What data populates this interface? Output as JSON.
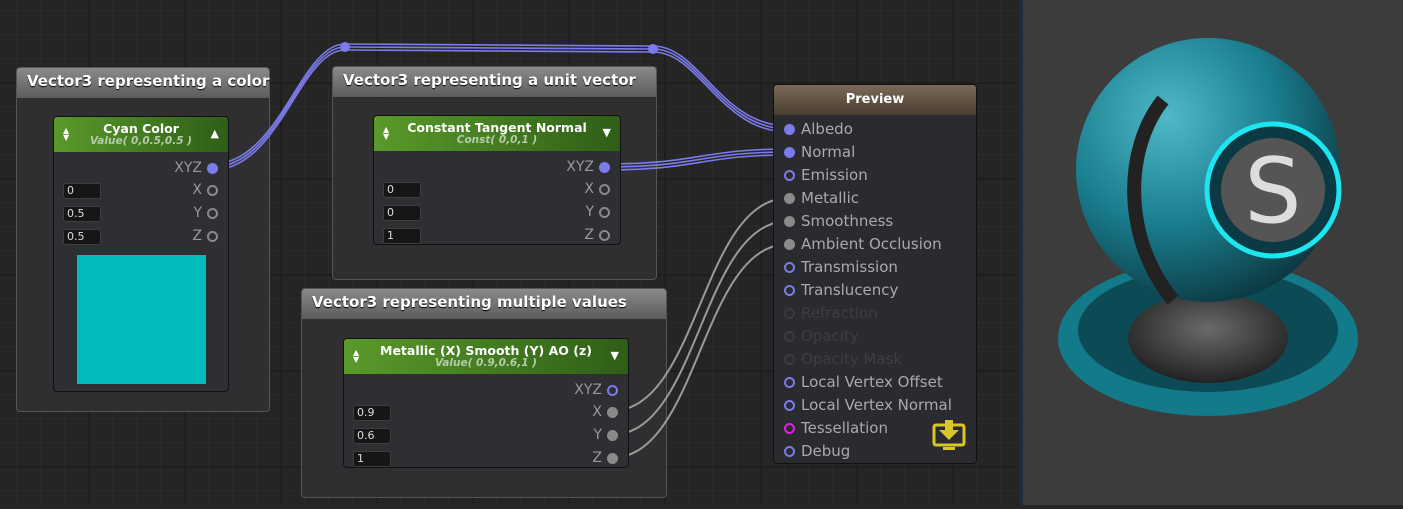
{
  "groups": [
    {
      "title": "Vector3 representing a color"
    },
    {
      "title": "Vector3 representing a unit vector"
    },
    {
      "title": "Vector3 representing multiple values"
    }
  ],
  "nodes": [
    {
      "title": "Cyan Color",
      "subtitle": "Value( 0,0.5,0.5 )",
      "toggle": "▲",
      "out": "XYZ",
      "ports": [
        "X",
        "Y",
        "Z"
      ],
      "values": [
        "0",
        "0.5",
        "0.5"
      ],
      "swatch": "#00BCBC"
    },
    {
      "title": "Constant Tangent Normal",
      "subtitle": "Const( 0,0,1 )",
      "toggle": "▼",
      "out": "XYZ",
      "ports": [
        "X",
        "Y",
        "Z"
      ],
      "values": [
        "0",
        "0",
        "1"
      ]
    },
    {
      "title": "Metallic (X) Smooth (Y) AO (z)",
      "subtitle": "Value( 0.9,0.6,1 )",
      "toggle": "▼",
      "out": "XYZ",
      "ports": [
        "X",
        "Y",
        "Z"
      ],
      "values": [
        "0.9",
        "0.6",
        "1"
      ]
    }
  ],
  "output": {
    "title": "Preview",
    "inputs": [
      {
        "label": "Albedo",
        "state": "connected"
      },
      {
        "label": "Normal",
        "state": "connected"
      },
      {
        "label": "Emission",
        "state": "open"
      },
      {
        "label": "Metallic",
        "state": "connected-gray"
      },
      {
        "label": "Smoothness",
        "state": "connected-gray"
      },
      {
        "label": "Ambient Occlusion",
        "state": "connected-gray"
      },
      {
        "label": "Transmission",
        "state": "open"
      },
      {
        "label": "Translucency",
        "state": "open"
      },
      {
        "label": "Refraction",
        "state": "disabled"
      },
      {
        "label": "Opacity",
        "state": "disabled"
      },
      {
        "label": "Opacity Mask",
        "state": "disabled"
      },
      {
        "label": "Local Vertex Offset",
        "state": "open"
      },
      {
        "label": "Local Vertex Normal",
        "state": "open"
      },
      {
        "label": "Tessellation",
        "state": "open-magenta"
      },
      {
        "label": "Debug",
        "state": "open"
      }
    ],
    "icon": "download-monitor-icon",
    "icon_color": "#D8C62A"
  },
  "preview": {
    "logo": "S",
    "color": "#1E8FA0"
  },
  "colors": {
    "wire_vector": "#7B7BEC",
    "wire_float": "#9A9A9A"
  }
}
